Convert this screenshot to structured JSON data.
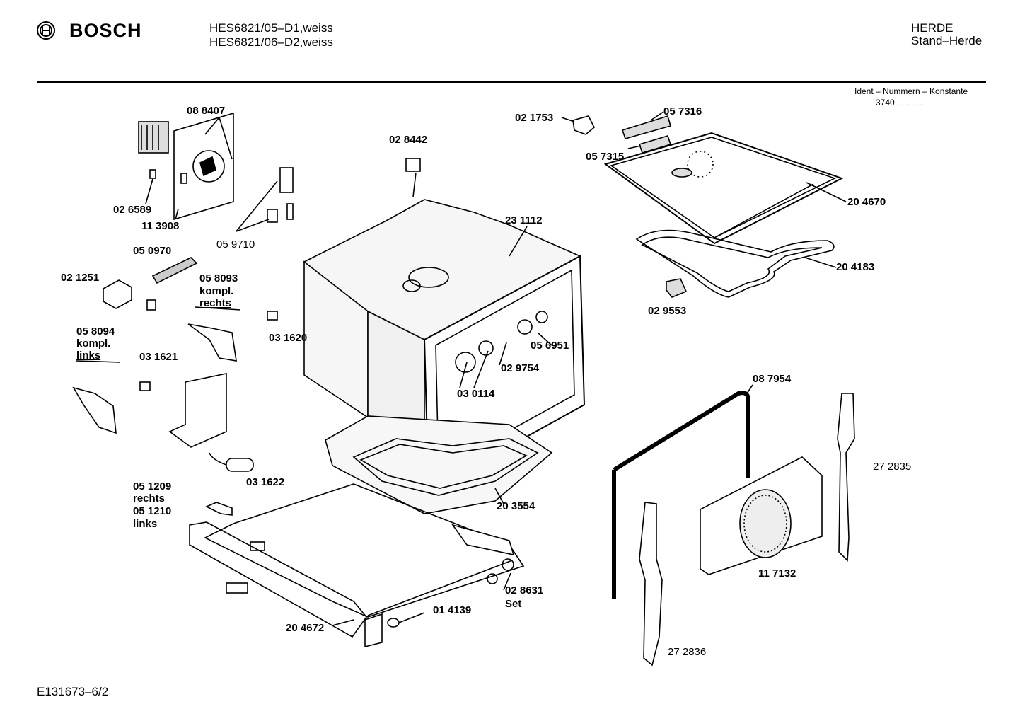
{
  "header": {
    "brand": "BOSCH",
    "models": [
      "HES6821/05–D1,weiss",
      "HES6821/06–D2,weiss"
    ],
    "category": "HERDE",
    "subcategory": "Stand–Herde",
    "ident_label": "Ident – Nummern – Konstante",
    "ident_value": "3740  .  .  .  .  .  ."
  },
  "footer": {
    "code": "E131673–6/2"
  },
  "parts": {
    "p088407": "08 8407",
    "p026589": "02 6589",
    "p113908": "11 3908",
    "p059710": "05 9710",
    "p050970": "05 0970",
    "p021251": "02 1251",
    "p058093": "05 8093",
    "kompl_r": "kompl.",
    "rechts_r": "rechts",
    "p058094": "05 8094",
    "kompl_l": "kompl.",
    "links_l": "links",
    "p031621": "03 1621",
    "p031620": "03 1620",
    "p031622": "03 1622",
    "p051209": "05 1209",
    "rechts_b": "rechts",
    "p051210": "05 1210",
    "links_b": "links",
    "p204672": "20 4672",
    "p014139": "01 4139",
    "p028631": "02 8631",
    "set": "Set",
    "p203554": "20 3554",
    "p030114": "03 0114",
    "p029754": "02 9754",
    "p056951": "05 6951",
    "p231112": "23 1112",
    "p028442": "02 8442",
    "p021753": "02 1753",
    "p057316": "05 7316",
    "p057315": "05 7315",
    "p204670": "20 4670",
    "p204183": "20 4183",
    "p029553": "02 9553",
    "p087954": "08 7954",
    "p117132": "11 7132",
    "p272835": "27 2835",
    "p272836": "27 2836"
  }
}
